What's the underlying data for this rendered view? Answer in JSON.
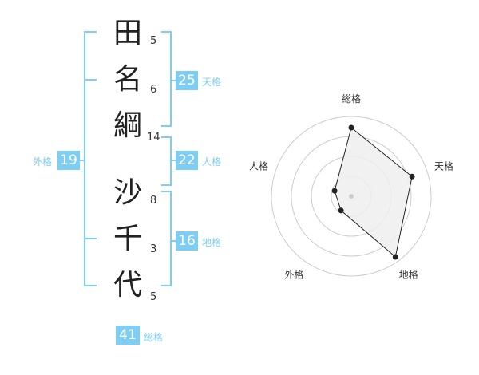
{
  "name": {
    "characters": [
      {
        "char": "田",
        "strokes": "5"
      },
      {
        "char": "名",
        "strokes": "6"
      },
      {
        "char": "綱",
        "strokes": "14"
      },
      {
        "char": "沙",
        "strokes": "8"
      },
      {
        "char": "千",
        "strokes": "3"
      },
      {
        "char": "代",
        "strokes": "5"
      }
    ]
  },
  "fortunes": {
    "tenkaku": {
      "value": "25",
      "label": "天格"
    },
    "jinkaku": {
      "value": "22",
      "label": "人格"
    },
    "chikaku": {
      "value": "16",
      "label": "地格"
    },
    "gaikaku": {
      "value": "19",
      "label": "外格"
    },
    "soukaku": {
      "value": "41",
      "label": "総格"
    }
  },
  "colors": {
    "accent": "#7ecef4",
    "text": "#222222",
    "grid": "#cccccc",
    "fill": "#eeeeee"
  },
  "chart_data": {
    "type": "radar",
    "axes": [
      "総格",
      "天格",
      "地格",
      "外格",
      "人格"
    ],
    "values": [
      4.3,
      4.0,
      4.7,
      1.1,
      1.1
    ],
    "rmax": 5,
    "rings": 4,
    "center_value": 0,
    "grid": true
  }
}
